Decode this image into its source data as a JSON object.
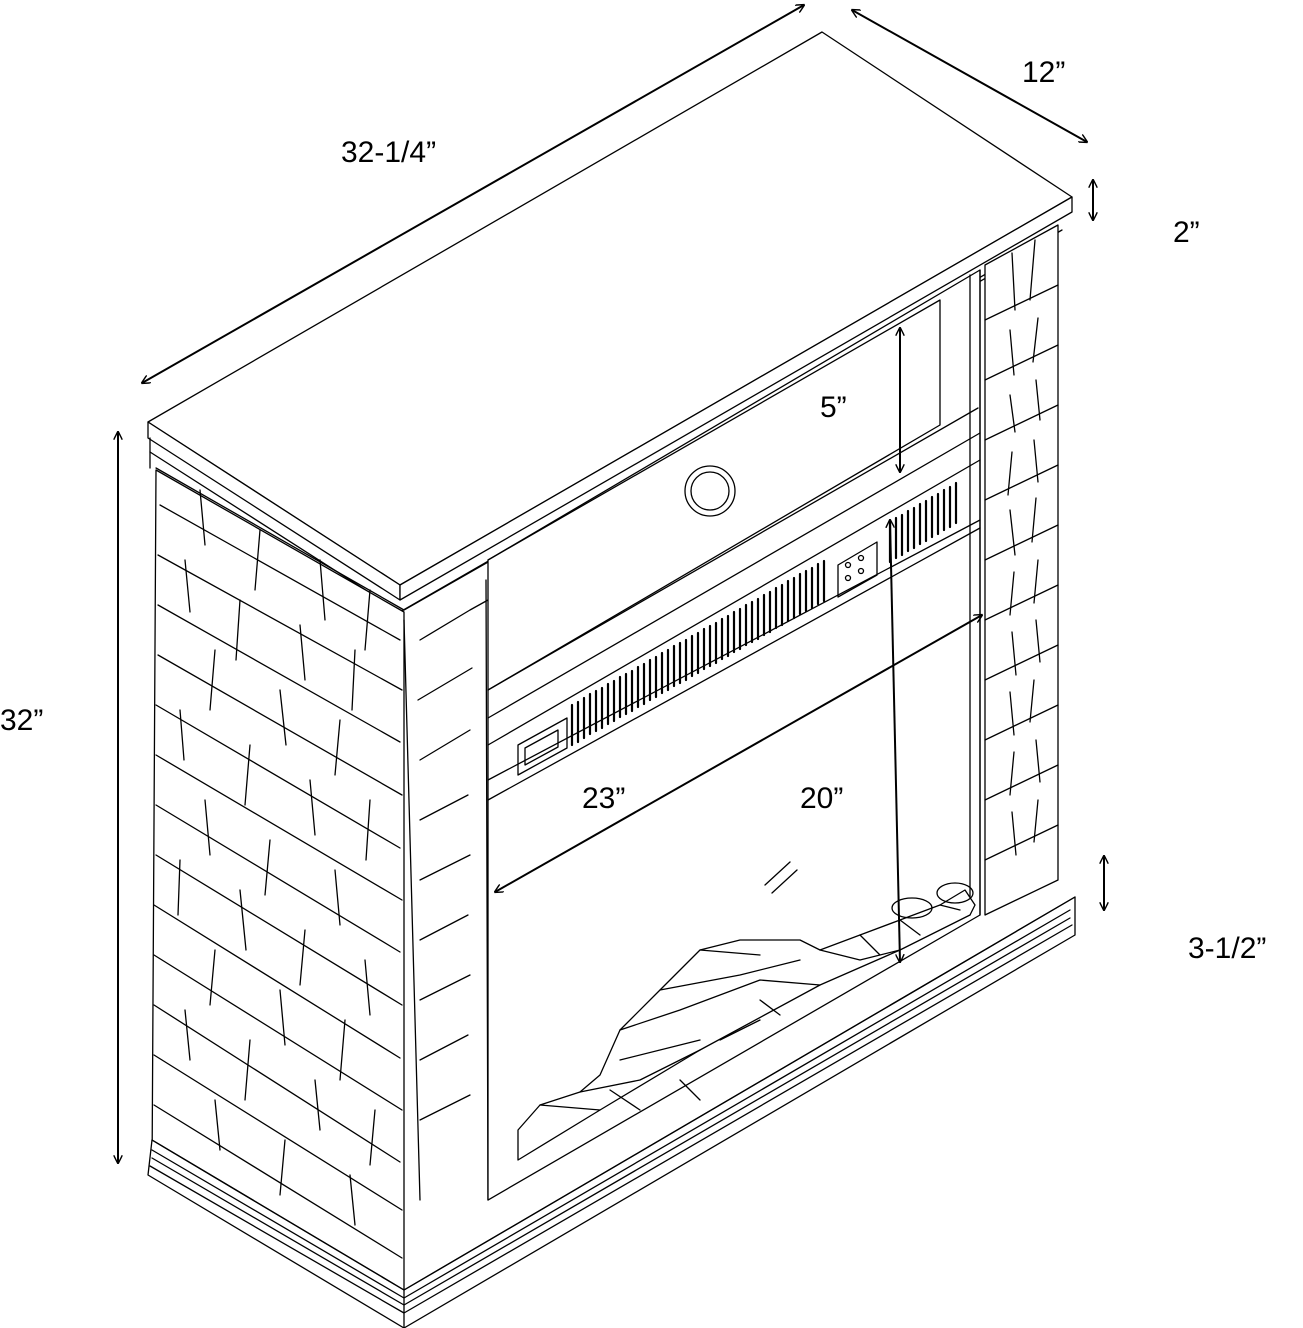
{
  "dimensions": {
    "overall_width": "32-1/4”",
    "overall_depth": "12”",
    "top_thickness": "2”",
    "shelf_height": "5”",
    "overall_height": "32”",
    "opening_width": "23”",
    "opening_height": "20”",
    "base_height": "3-1/2”"
  }
}
